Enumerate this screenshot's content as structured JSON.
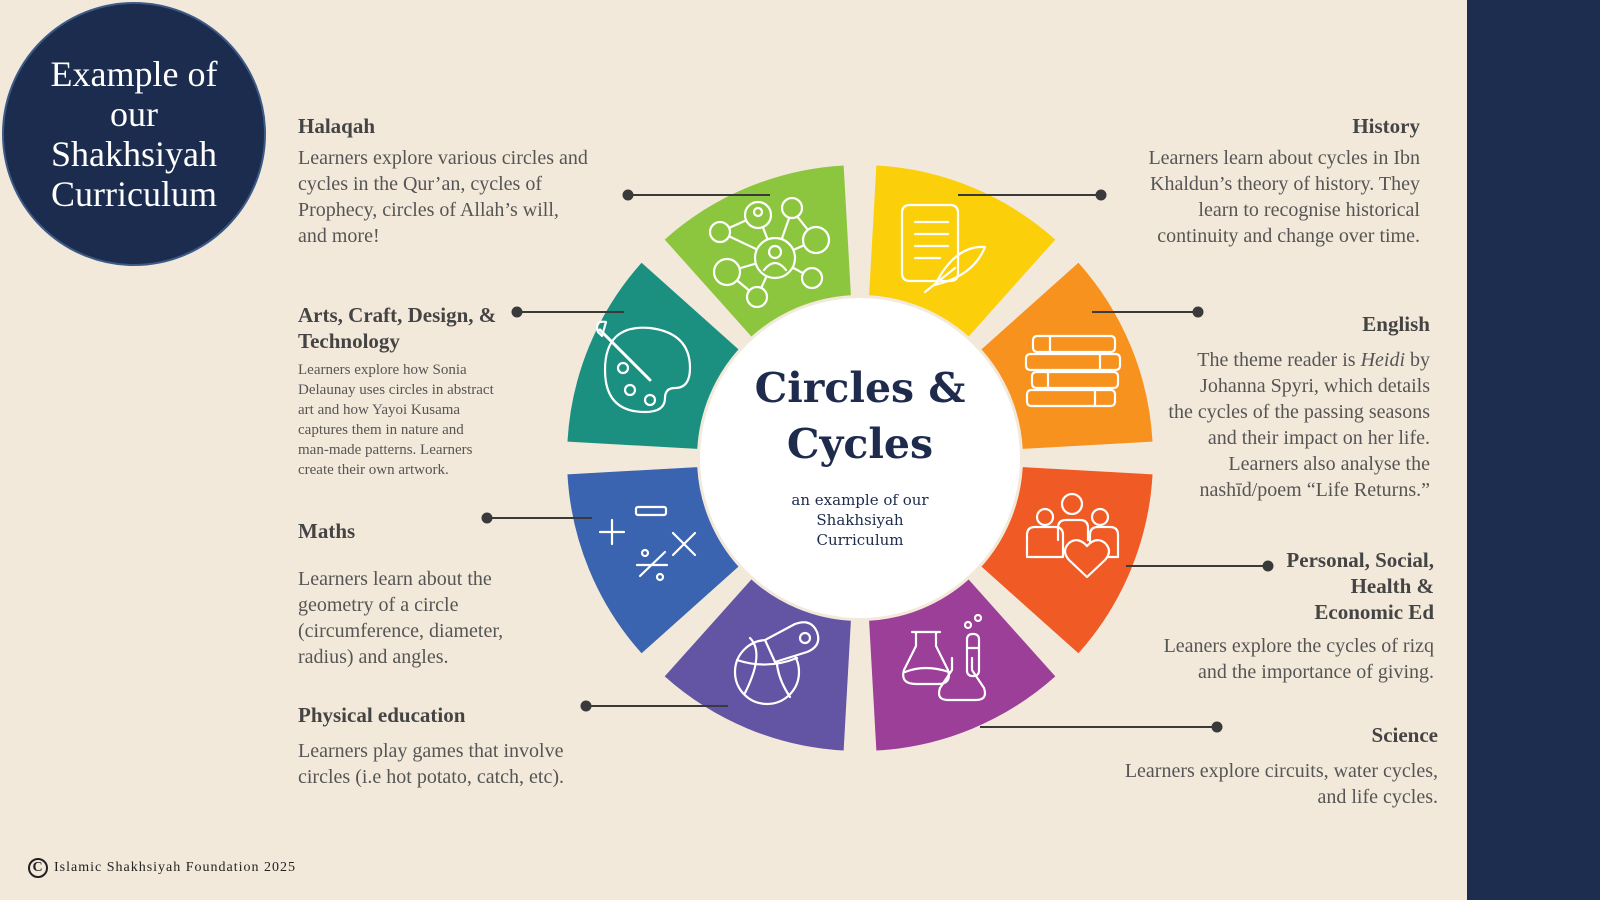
{
  "badge": {
    "title": "Example of our Shakhsiyah Curriculum"
  },
  "center": {
    "title_line1": "Circles &",
    "title_line2": "Cycles",
    "subtitle_line1": "an example of our",
    "subtitle_line2": "Shakhsiyah",
    "subtitle_line3": "Curriculum"
  },
  "colors": {
    "sidebar": "#1d2d4f",
    "background": "#f3e9da",
    "halaqah": "#8cc63f",
    "history": "#fccf0b",
    "english": "#f7921e",
    "pshe": "#f05a24",
    "science": "#9c3f98",
    "pe": "#6355a4",
    "maths": "#3b64b0",
    "arts": "#1c9080"
  },
  "halaqah": {
    "title": "Halaqah",
    "body": [
      "Learners explore various circles and",
      "cycles in the Qur’an, cycles of",
      "Prophecy, circles of Allah’s will,",
      "and more!"
    ]
  },
  "arts": {
    "title": [
      "Arts, Craft, Design, &",
      "Technology"
    ],
    "body": [
      "Learners explore how Sonia",
      "Delaunay uses circles in abstract",
      "art and how Yayoi Kusama",
      "captures them in nature and",
      "man-made patterns. Learners",
      "create their own artwork."
    ]
  },
  "maths": {
    "title": "Maths",
    "body": [
      "Learners learn about the",
      "geometry of a circle",
      "(circumference, diameter,",
      "radius) and angles."
    ]
  },
  "pe": {
    "title": "Physical education",
    "body": [
      "Learners play games that involve",
      "circles (i.e hot potato, catch, etc)."
    ]
  },
  "history": {
    "title": "History",
    "body": [
      "Learners learn about cycles in Ibn",
      "Khaldun’s theory of history. They",
      "learn to recognise historical",
      "continuity and change over time."
    ]
  },
  "english": {
    "title": "English",
    "body_pre": "The theme reader is ",
    "body_italic": "Heidi",
    "body_post": " by",
    "body": [
      "Johanna Spyri, which details",
      "the cycles of the passing seasons",
      "and their impact on her life.",
      "Learners also analyse the",
      "nashīd/poem “Life Returns.”"
    ]
  },
  "pshe": {
    "title": [
      "Personal, Social,",
      "Health &",
      "Economic Ed"
    ],
    "body": [
      "Leaners explore the cycles of rizq",
      "and the importance of giving."
    ]
  },
  "science": {
    "title": "Science",
    "body": [
      "Learners explore circuits, water cycles,",
      "and life cycles."
    ]
  },
  "footer": {
    "symbol": "C",
    "text": "Islamic Shakhsiyah Foundation 2025"
  }
}
